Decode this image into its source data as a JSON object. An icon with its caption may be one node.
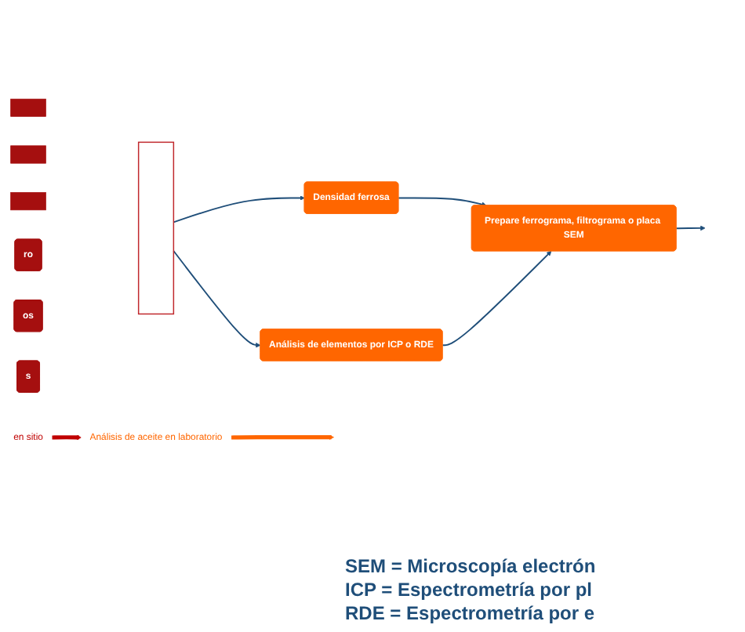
{
  "diagram": {
    "nodes": [
      {
        "text": [
          "en sitio"
        ]
      },
      {
        "text": [
          "Análisis de aceite en laboratorio"
        ]
      },
      {
        "text": [],
        "shape": "box"
      },
      {
        "text": [],
        "shape": "box"
      },
      {
        "text": [],
        "shape": "box"
      },
      {
        "text": [
          "ro"
        ]
      },
      {
        "text": [
          "os"
        ]
      },
      {
        "text": [
          "s"
        ]
      },
      {
        "text": [],
        "shape": "bracket"
      },
      {
        "text": [
          "Densidad ferrosa"
        ]
      },
      {
        "text": [
          "Análisis de elementos por ICP o RDE"
        ]
      },
      {
        "text": [
          "Prepare ferrograma, filtrograma o placa SEM"
        ]
      }
    ],
    "edges": [
      {
        "from": 0,
        "to": 1,
        "arrow": "to",
        "style": "thick",
        "color": "#c00000"
      },
      {
        "from": 1,
        "to": null,
        "arrow": "to",
        "style": "thick",
        "color": "#ff6600"
      },
      {
        "from": 8,
        "to": 9,
        "arrow": "to"
      },
      {
        "from": 8,
        "to": 10,
        "arrow": "to"
      },
      {
        "from": 9,
        "to": 11,
        "arrow": "to"
      },
      {
        "from": 10,
        "to": 11,
        "arrow": "to"
      },
      {
        "from": 11,
        "to": null,
        "arrow": "to"
      }
    ],
    "labels": [
      "SEM = Microscopía electrón",
      "ICP = Espectrometría por pl",
      "RDE = Espectrometría por e"
    ]
  }
}
